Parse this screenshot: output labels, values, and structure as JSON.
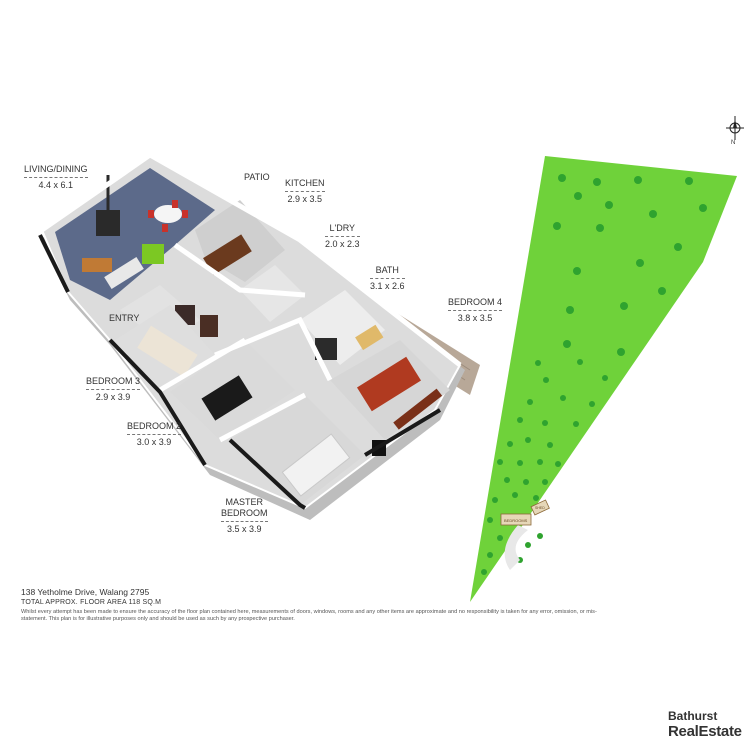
{
  "rooms": {
    "living_dining": {
      "name": "LIVING/DINING",
      "dim": "4.4 x 6.1"
    },
    "patio": {
      "name": "PATIO"
    },
    "kitchen": {
      "name": "KITCHEN",
      "dim": "2.9 x 3.5"
    },
    "laundry": {
      "name": "L'DRY",
      "dim": "2.0 x 2.3"
    },
    "bath": {
      "name": "BATH",
      "dim": "3.1 x 2.6"
    },
    "bedroom4": {
      "name": "BEDROOM 4",
      "dim": "3.8 x 3.5"
    },
    "entry": {
      "name": "ENTRY"
    },
    "bedroom3": {
      "name": "BEDROOM 3",
      "dim": "2.9 x 3.9"
    },
    "bedroom2": {
      "name": "BEDROOM 2",
      "dim": "3.0 x 3.9"
    },
    "master": {
      "name": "MASTER\nBEDROOM",
      "name1": "MASTER",
      "name2": "BEDROOM",
      "dim": "3.5 x 3.9"
    }
  },
  "site": {
    "house_tag": "BEDROOMS",
    "shed_tag": "SHED"
  },
  "compass": {
    "north": "N"
  },
  "footer": {
    "address": "138 Yetholme Drive, Walang 2795",
    "area": "TOTAL APPROX. FLOOR AREA 118 SQ.M",
    "disclaimer": "Whilst every attempt has been made to ensure the accuracy of the floor plan contained here, measurements of doors, windows, rooms and any other items are approximate and no responsibility is taken for any error, omission, or mis-statement. This plan is for illustrative purposes only and should be used as such by any prospective purchaser."
  },
  "brand": {
    "line1": "Bathurst",
    "line2": "RealEstate"
  },
  "colors": {
    "grass": "#6fd23a",
    "tree": "#2fa32f",
    "floor": "#d9d9d9",
    "wall": "#ffffff",
    "deck": "#b8a898"
  }
}
